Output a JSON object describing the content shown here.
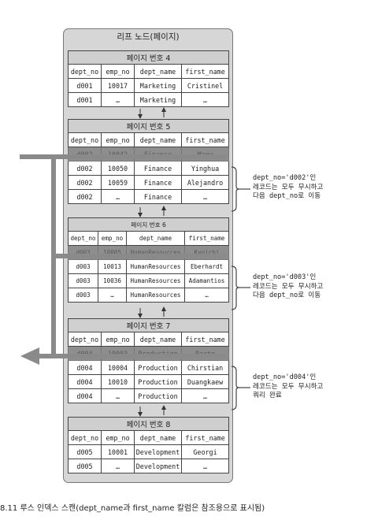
{
  "container_title": "리프 노드(페이지)",
  "pages": [
    {
      "title": "페이지 번호 4",
      "headers": [
        "dept_no",
        "emp_no",
        "dept_name",
        "first_name"
      ],
      "rows": [
        [
          "d001",
          "10017",
          "Marketing",
          "Cristinel"
        ],
        [
          "d001",
          "…",
          "Marketing",
          "…"
        ]
      ]
    },
    {
      "title": "페이지 번호 5",
      "headers": [
        "dept_no",
        "emp_no",
        "dept_name",
        "first_name"
      ],
      "rows": [
        [
          "d002",
          "10042",
          "Finance",
          "Magy"
        ],
        [
          "d002",
          "10050",
          "Finance",
          "Yinghua"
        ],
        [
          "d002",
          "10059",
          "Finance",
          "Alejandro"
        ],
        [
          "d002",
          "…",
          "Finance",
          "…"
        ]
      ]
    },
    {
      "title": "페이지 번호 6",
      "headers": [
        "dept_no",
        "emp_no",
        "dept_name",
        "first_name"
      ],
      "rows": [
        [
          "d003",
          "10005",
          "HumanResources",
          "Kyoichi"
        ],
        [
          "d003",
          "10013",
          "HumanResources",
          "Eberhardt"
        ],
        [
          "d003",
          "10036",
          "HumanResources",
          "Adamantios"
        ],
        [
          "d003",
          "…",
          "HumanResources",
          "…"
        ]
      ]
    },
    {
      "title": "페이지 번호 7",
      "headers": [
        "dept_no",
        "emp_no",
        "dept_name",
        "first_name"
      ],
      "rows": [
        [
          "d004",
          "10003",
          "Production",
          "Parto"
        ],
        [
          "d004",
          "10004",
          "Production",
          "Chirstian"
        ],
        [
          "d004",
          "10010",
          "Production",
          "Duangkaew"
        ],
        [
          "d004",
          "…",
          "Production",
          "…"
        ]
      ]
    },
    {
      "title": "페이지 번호 8",
      "headers": [
        "dept_no",
        "emp_no",
        "dept_name",
        "first_name"
      ],
      "rows": [
        [
          "d005",
          "10001",
          "Development",
          "Georgi"
        ],
        [
          "d005",
          "…",
          "Development",
          "…"
        ]
      ]
    }
  ],
  "notes": [
    "dept_no='d002'인\n레코드는 모두 무시하고\n다음 dept_no로 이동",
    "dept_no='d003'인\n레코드는 모두 무시하고\n다음 dept_no로 이동",
    "dept_no='d004'인\n레코드는 모두 무시하고\n쿼리 완료"
  ],
  "caption": "8.11 루스 인덱스 스캔(dept_name과 first_name 칼럼은 참조용으로 표시됨)"
}
